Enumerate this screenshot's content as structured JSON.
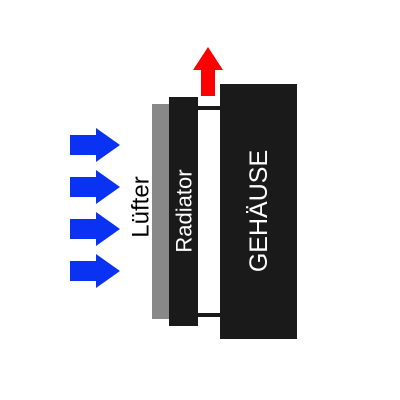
{
  "labels": {
    "fan": "Lüfter",
    "radiator": "Radiator",
    "case": "GEHÄUSE"
  },
  "colors": {
    "airflow_in": "#0a32f2",
    "airflow_out": "#ff0000",
    "fan": "#888888",
    "radiator": "#1a1a1a",
    "case": "#1a1a1a",
    "label_on_dark": "#ffffff",
    "label_on_light": "#000000"
  },
  "icons": {
    "airflow_in": "arrow-right-icon",
    "airflow_out": "arrow-up-icon"
  }
}
